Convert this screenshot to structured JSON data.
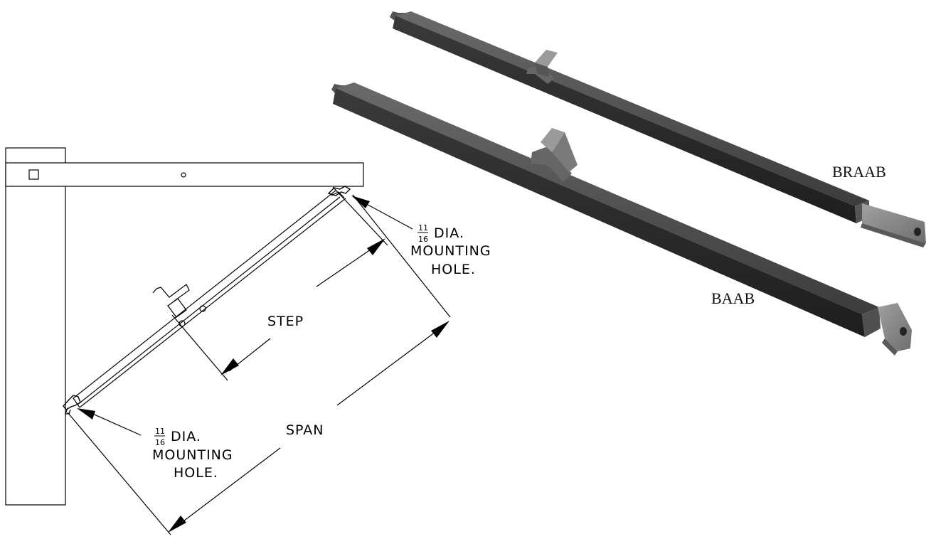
{
  "labels": {
    "step": "STEP",
    "span": "SPAN",
    "model_top": "BRAAB",
    "model_bottom": "BAAB"
  },
  "mounting_hole_upper": {
    "fraction_num": "11",
    "fraction_den": "16",
    "line1": "DIA.",
    "line2": "MOUNTING",
    "line3": "HOLE."
  },
  "mounting_hole_lower": {
    "fraction_num": "11",
    "fraction_den": "16",
    "line1": "DIA.",
    "line2": "MOUNTING",
    "line3": "HOLE."
  },
  "colors": {
    "line": "#000000",
    "bar_dark": "#2e2e2e",
    "bar_mid": "#4a4a4a",
    "bar_light": "#7a7a7a",
    "bracket": "#8a8a8a"
  }
}
